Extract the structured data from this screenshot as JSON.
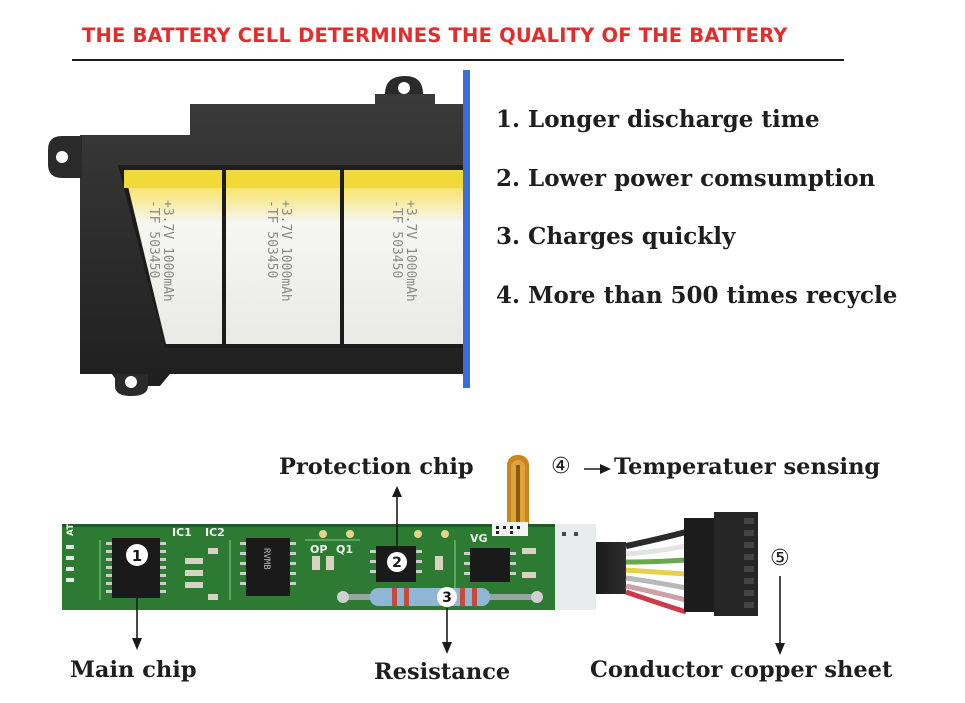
{
  "header": {
    "title": "THE BATTERY CELL DETERMINES THE QUALITY OF THE BATTERY"
  },
  "features": [
    {
      "label": "1. Longer discharge time"
    },
    {
      "label": "2. Lower power comsumption"
    },
    {
      "label": "3. Charges quickly"
    },
    {
      "label": "4. More than 500 times recycle"
    }
  ],
  "cell_print": {
    "line1": "-TF 503450",
    "line2": "+3.7V 1000mAh"
  },
  "board_silkscreen": {
    "ic1": "IC1",
    "ic2": "IC2",
    "op": "OP",
    "q1": "Q1",
    "vg": "VG",
    "at": "AT",
    "chip_mark": "RVMB"
  },
  "callouts": {
    "protection_chip": "Protection chip",
    "temperature_sensing": "Temperatuer sensing",
    "main_chip": "Main chip",
    "resistance": "Resistance",
    "conductor_copper_sheet": "Conductor copper sheet",
    "num_1": "1",
    "num_2": "2",
    "num_3": "3",
    "num_4": "④",
    "num_5": "⑤"
  },
  "colors": {
    "header_red": "#e32c2c",
    "pcb_green": "#2d7a32",
    "cell_yellow": "#f2d93a",
    "frame_black": "#2a2a2a",
    "accent_blue": "#3a6fd8"
  }
}
